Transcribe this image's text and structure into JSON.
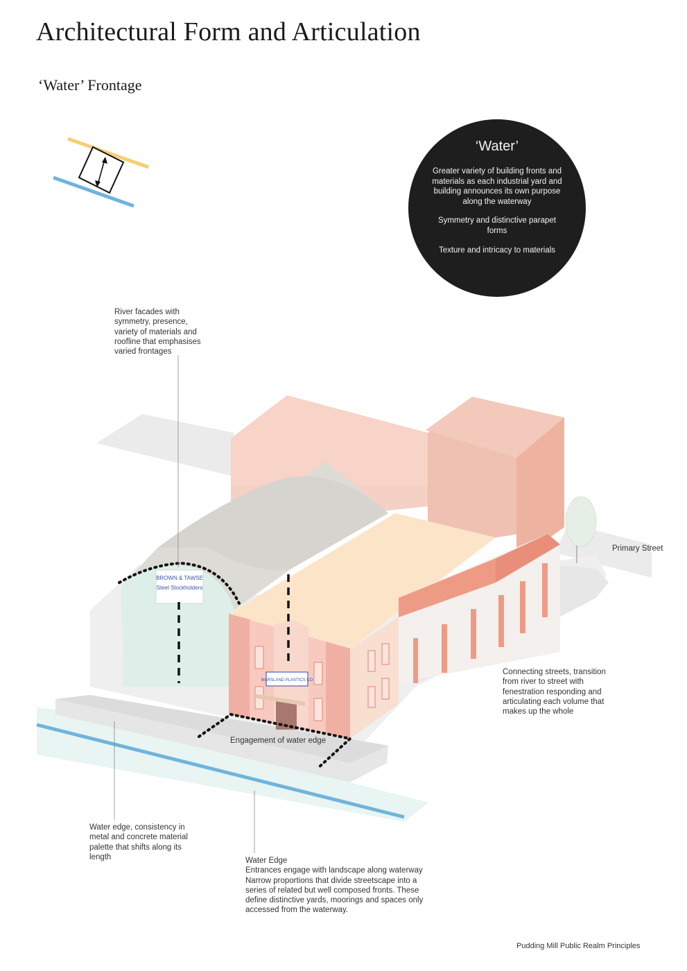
{
  "title": "Architectural Form and Articulation",
  "subtitle": "‘Water’ Frontage",
  "circle": {
    "title": "‘Water’",
    "lines": [
      "Greater variety of building fronts and materials as each industrial yard and building announces its own purpose along the waterway",
      "Symmetry and distinctive parapet forms",
      "Texture and intricacy to materials"
    ]
  },
  "annotations": {
    "river_facades": "River facades with\nsymmetry, presence,\nvariety of materials and\nroofline that emphasises\nvaried frontages",
    "primary_street": "Primary Street",
    "connecting_streets": "Connecting streets, transition\nfrom river to street with\nfenestration responding and\narticulating each volume that\nmakes up the whole",
    "engagement": "Engagement of water edge",
    "water_edge_consistency": "Water edge, consistency in\nmetal and concrete material\npalette that shifts along its\nlength",
    "water_edge": "Water Edge\nEntrances engage with landscape along waterway\nNarrow proportions that divide streetscape into a\nseries of related but well composed fronts.  These\ndefine distinctive yards, moorings and spaces only\naccessed from the waterway."
  },
  "signs": {
    "brown_tawse_line1": "BROWN & TAWSE",
    "brown_tawse_line2": "Steel Stockholders",
    "marsland": "MARSLAND PLASTICS CO"
  },
  "footer": "Pudding Mill Public Realm Principles",
  "colors": {
    "street_line": "#f6cf72",
    "water_line": "#6fb4dc",
    "circle_bg": "#1e1e1e",
    "warehouse_face": "#deefea",
    "vault_roof": "#dddbd6",
    "tower_light": "#f7d4c7",
    "tower_side": "#eeb7a3",
    "brick_front": "#efb0a3",
    "roof_cream": "#fce4c9"
  }
}
